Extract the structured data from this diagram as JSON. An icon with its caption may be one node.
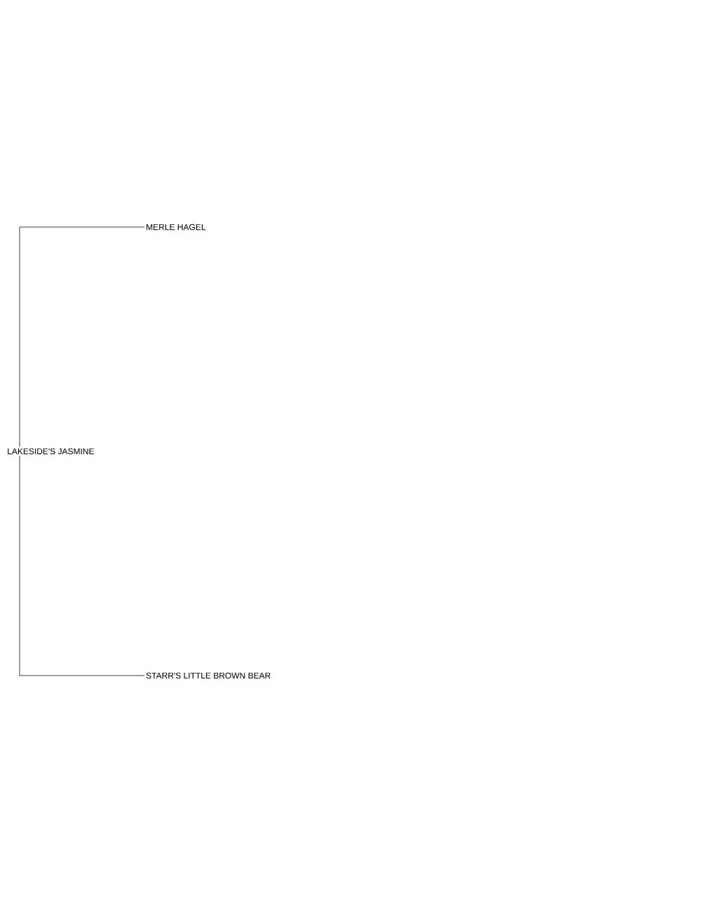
{
  "diagram": {
    "nodes": [
      {
        "text": [
          "LAKESIDE'S JASMINE"
        ]
      },
      {
        "text": [
          "MERLE HAGEL"
        ]
      },
      {
        "text": [
          "STARR'S LITTLE BROWN BEAR"
        ]
      }
    ],
    "edges": [
      {
        "from": 0,
        "to": 1,
        "arrow": "none"
      },
      {
        "from": 0,
        "to": 2,
        "arrow": "none"
      }
    ]
  }
}
